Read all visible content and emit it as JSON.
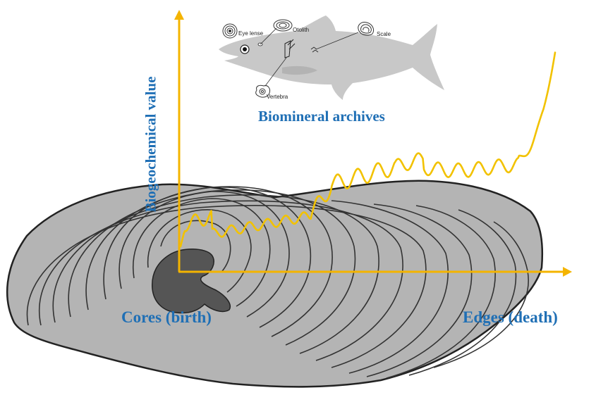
{
  "diagram": {
    "title": "Biomineral archives",
    "y_axis_label": "Biogeochemical value",
    "x_start_label": "Cores (birth)",
    "x_end_label": "Edges (death)",
    "fish_parts": {
      "eye": "Eye lense",
      "otolith": "Otolith",
      "scale": "Scale",
      "vertebra": "Vertebra"
    }
  },
  "colors": {
    "axis": "#f4b400",
    "trace": "#f2c200",
    "label": "#1f6fb5",
    "otolith_fill": "#b4b4b4",
    "core_fill": "#555555",
    "fish_fill": "#c8c8c8",
    "ring_stroke": "#333333"
  }
}
